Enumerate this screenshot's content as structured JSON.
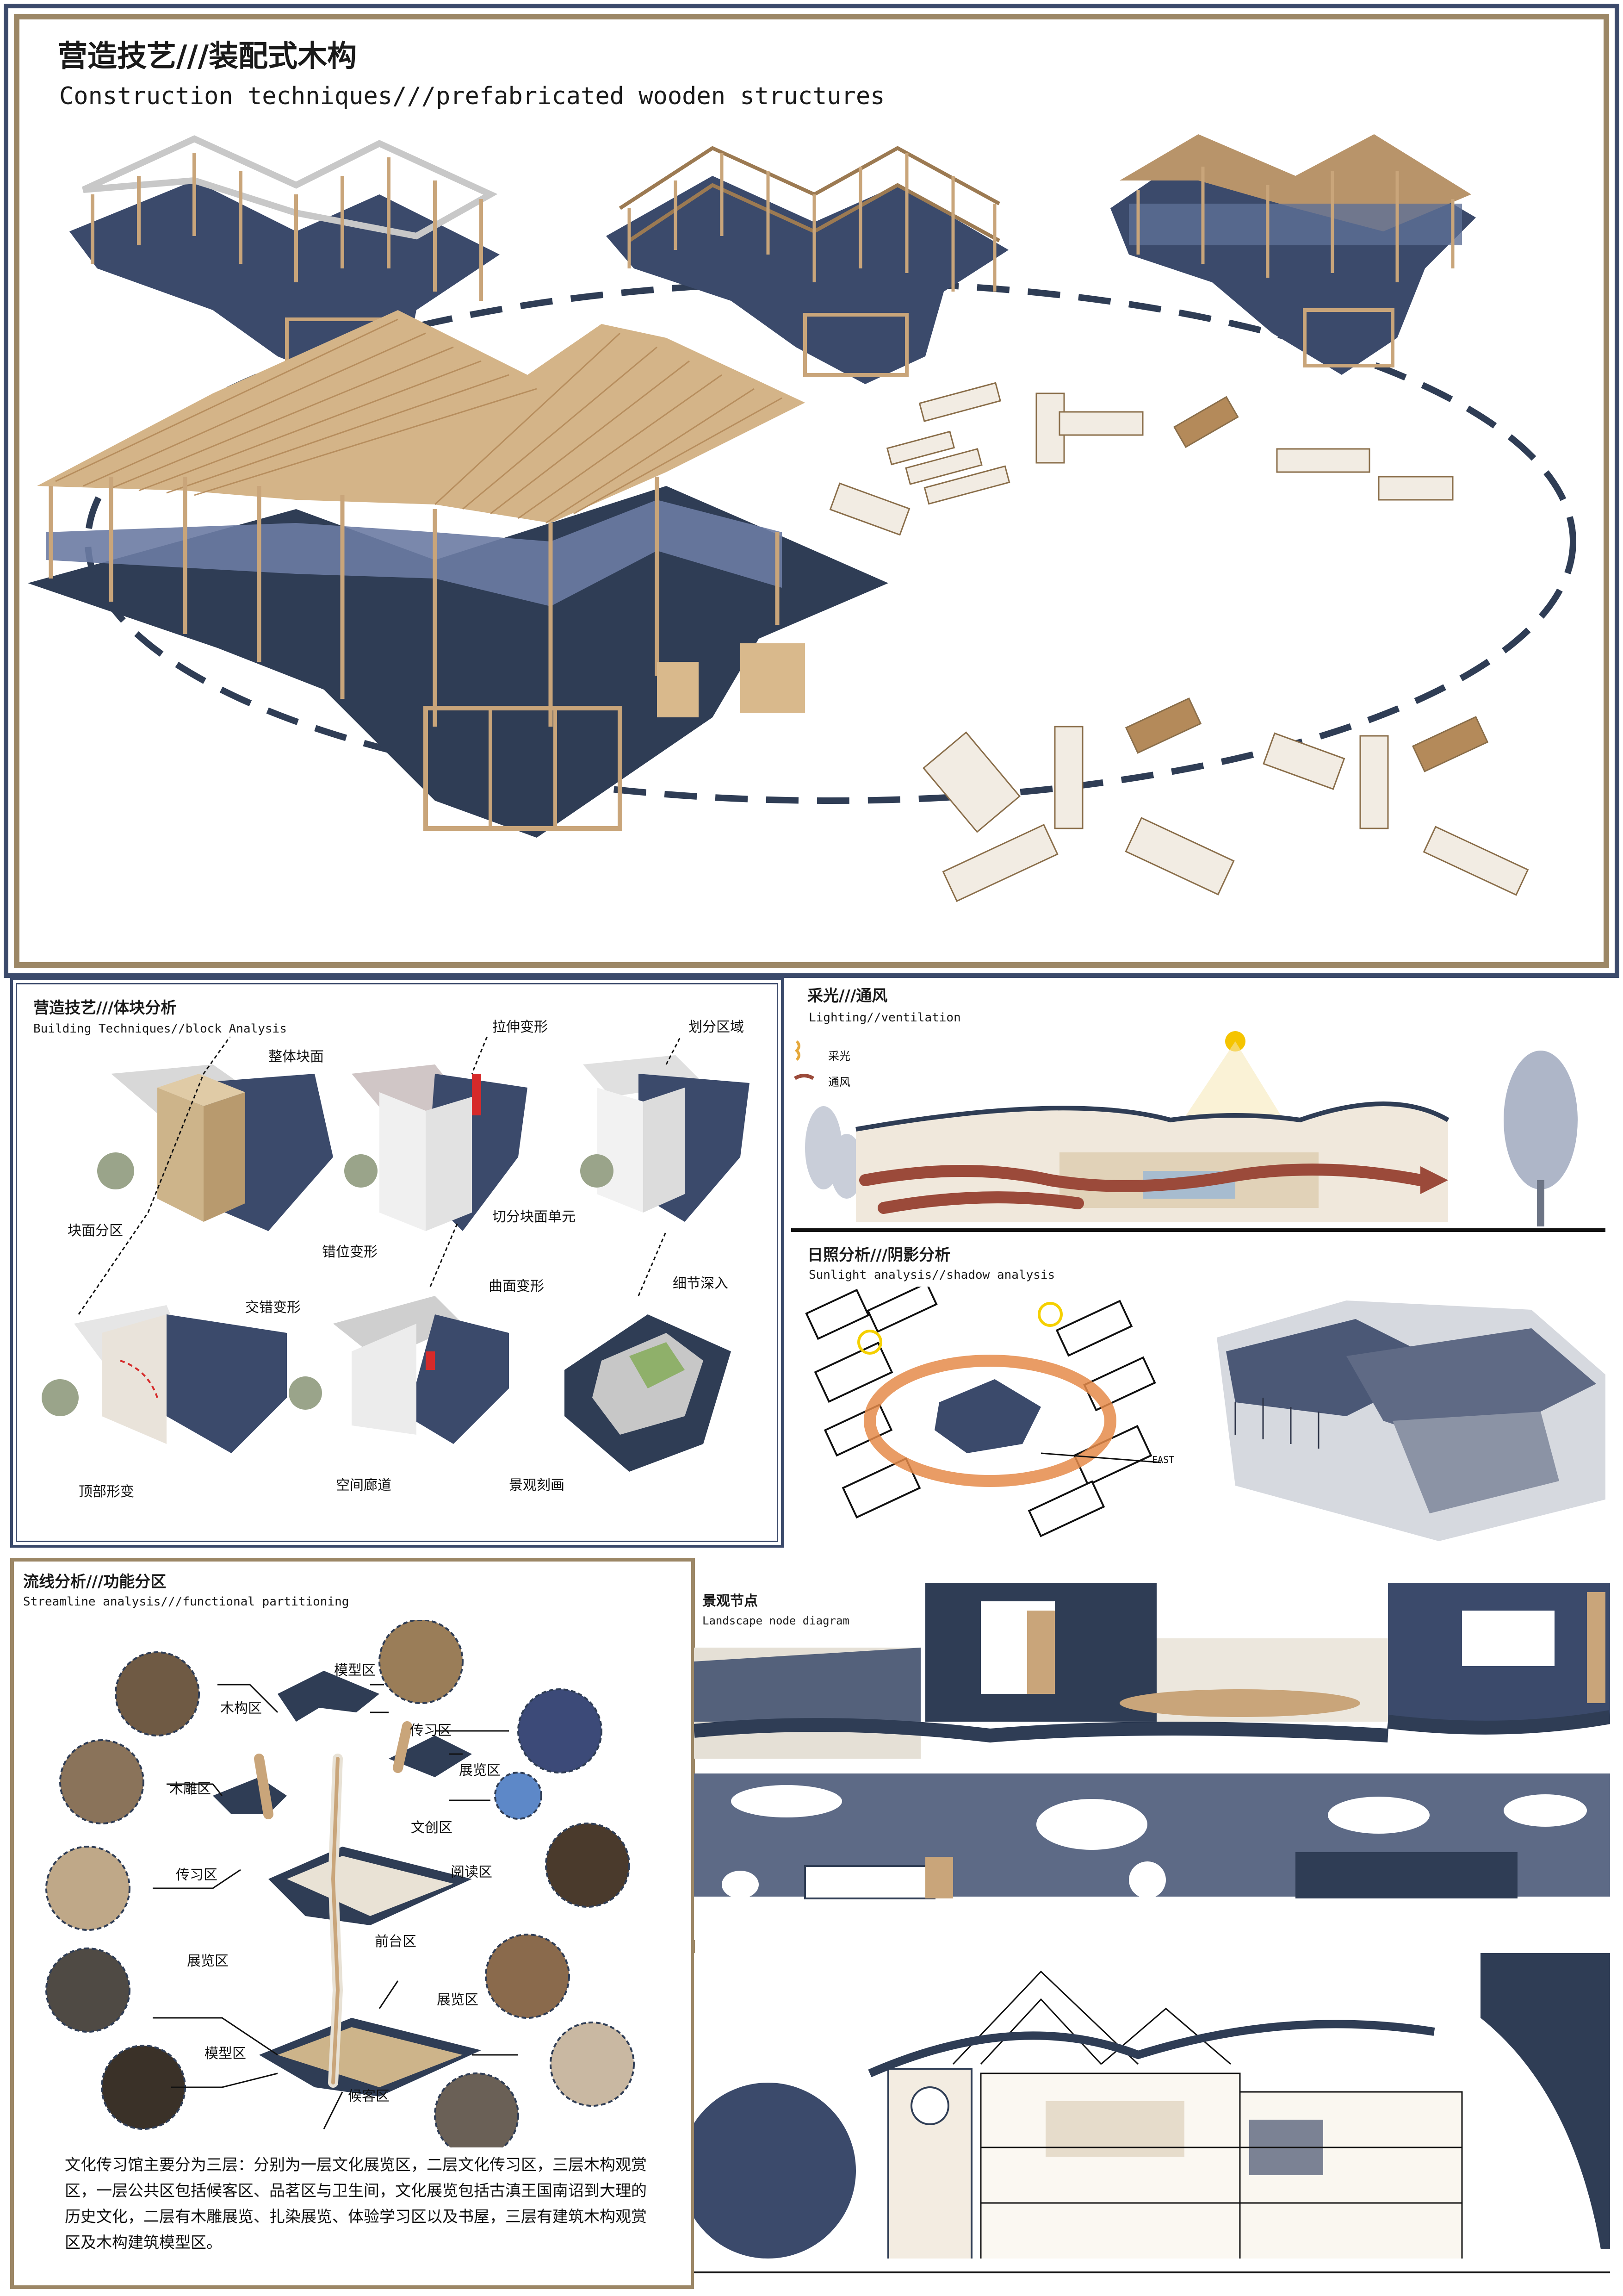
{
  "top": {
    "title_cn": "营造技艺///装配式木构",
    "title_en": "Construction techniques///prefabricated wooden structures"
  },
  "block": {
    "title_cn": "营造技艺///体块分析",
    "title_en": "Building Techniques//block Analysis",
    "labels": [
      "整体块面",
      "块面分区",
      "拉伸变形",
      "错位变形",
      "划分区域",
      "切分块面单元",
      "交错变形",
      "顶部形变",
      "曲面变形",
      "空间廊道",
      "细节深入",
      "景观刻画"
    ]
  },
  "lighting": {
    "title_cn": "采光///通风",
    "title_en": "Lighting//ventilation",
    "legend_light": "采光",
    "legend_wind": "通风"
  },
  "sunlight": {
    "title_cn": "日照分析///阴影分析",
    "title_en": "Sunlight analysis//shadow analysis",
    "east_label": "EAST"
  },
  "streamline": {
    "title_cn": "流线分析///功能分区",
    "title_en": "Streamline analysis///functional partitioning",
    "zones": [
      "模型区",
      "木构区",
      "传习区",
      "展览区",
      "木雕区",
      "文创区",
      "传习区",
      "阅读区",
      "前台区",
      "展览区",
      "展览区",
      "模型区",
      "候客区"
    ],
    "description": "文化传习馆主要分为三层：分别为一层文化展览区，二层文化传习区，三层木构观赏区，一层公共区包括候客区、品茗区与卫生间，文化展览包括古滇王国南诏到大理的历史文化，二层有木雕展览、扎染展览、体验学习区以及书屋，三层有建筑木构观赏区及木构建筑模型区。"
  },
  "landscape": {
    "title_cn": "景观节点",
    "title_en": "Landscape node diagram"
  },
  "colors": {
    "navy": "#3b4a6b",
    "gold": "#9c8766",
    "wood": "#c9a57a",
    "slate": "#2f3d55",
    "wind": "#9b4a3a",
    "orange": "#e58b4a"
  }
}
